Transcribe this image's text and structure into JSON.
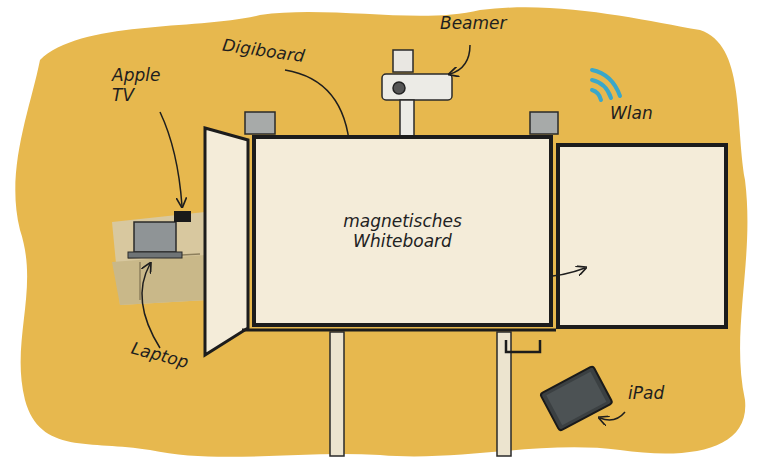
{
  "diagram": {
    "nodes": [
      {
        "text": [
          "magnetisches Whiteboard"
        ]
      }
    ],
    "labels": [
      "Digiboard",
      "Beamer",
      "Wlan",
      "Apple TV",
      "Laptop",
      "iPad"
    ]
  }
}
